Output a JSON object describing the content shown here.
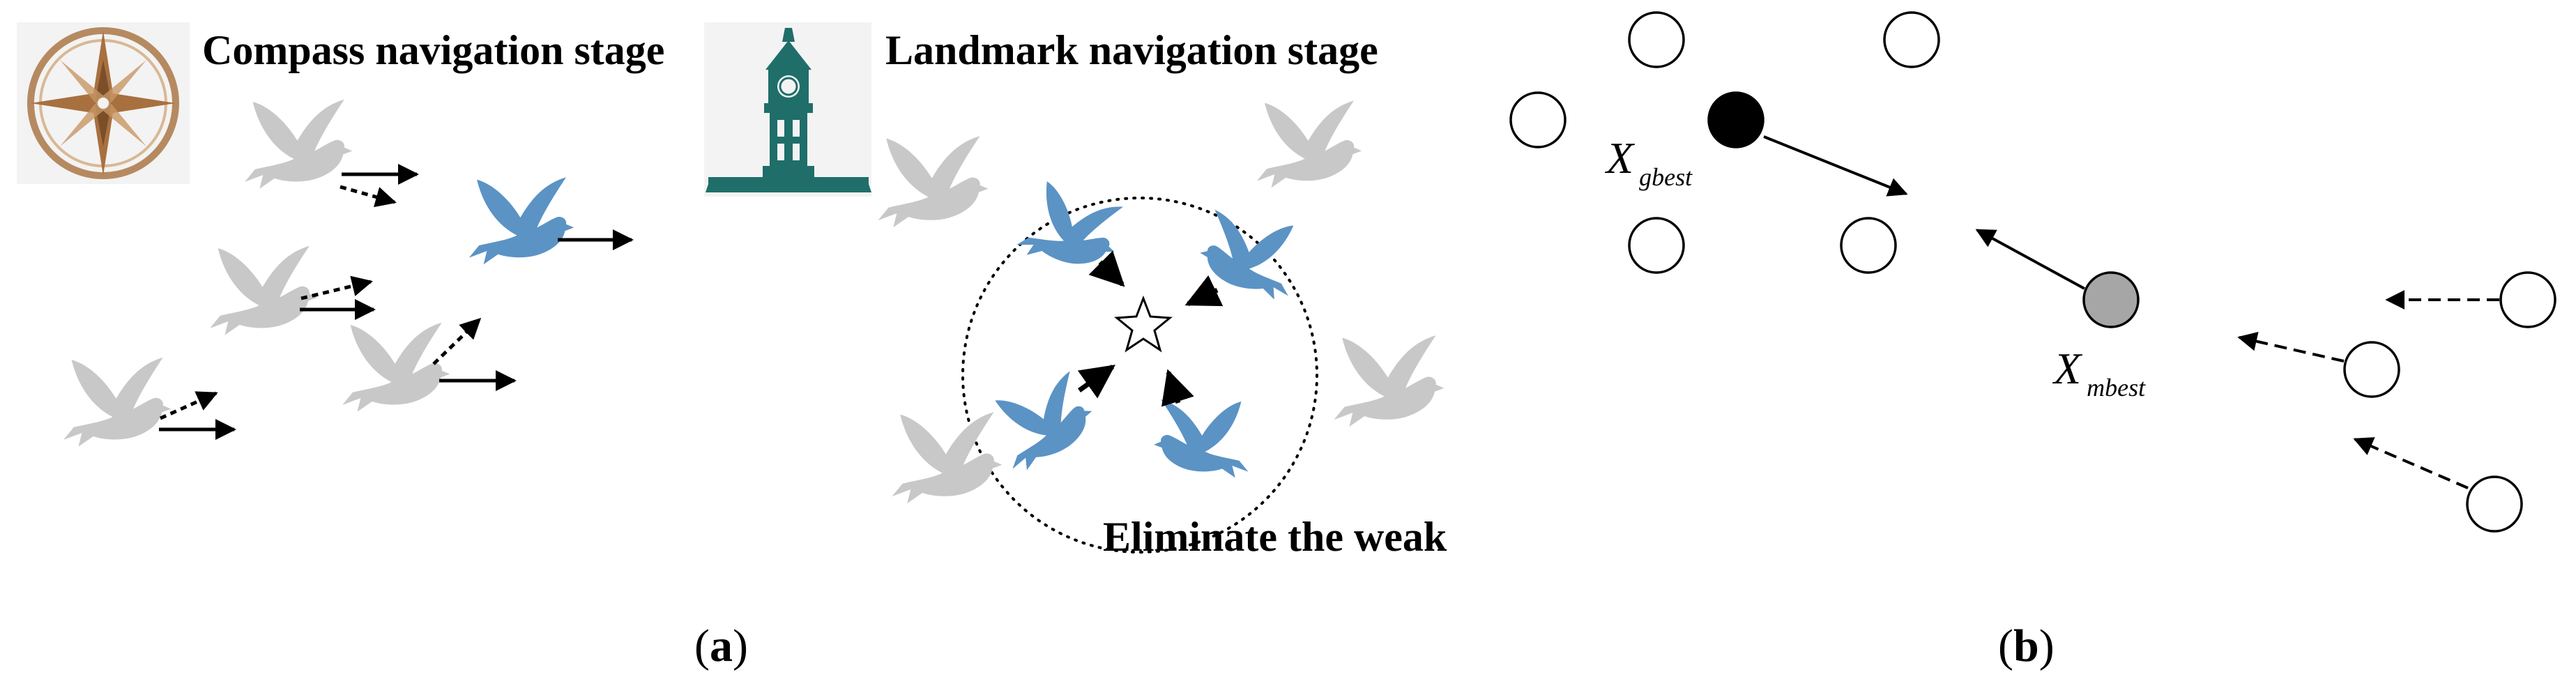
{
  "panel_a": {
    "compass_heading": "Compass navigation stage",
    "landmark_heading": "Landmark navigation stage",
    "eliminate_label": "Eliminate the weak",
    "caption": {
      "open": "(",
      "letter": "a",
      "close": ")"
    }
  },
  "panel_b": {
    "gbest_label": {
      "main": "X",
      "sub": "gbest"
    },
    "mbest_label": {
      "main": "X",
      "sub": "mbest"
    },
    "caption": {
      "open": "(",
      "letter": "b",
      "close": ")"
    }
  },
  "colors": {
    "gray_pigeon": "#c8c8c8",
    "blue_pigeon": "#5b93c5",
    "compass_rim": "#b68a60",
    "compass_star": "#a8703f",
    "tower": "#1f6e6a",
    "gbest_fill": "#000000",
    "mbest_fill": "#a6a6a6",
    "particle_fill": "#ffffff"
  },
  "icons": [
    "compass-icon",
    "clock-tower-icon",
    "pigeon-icon",
    "star-icon"
  ]
}
